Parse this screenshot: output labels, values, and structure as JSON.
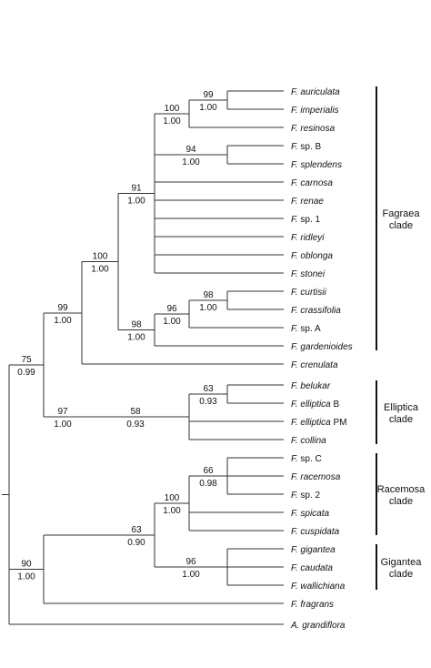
{
  "colors": {
    "line": "#333333",
    "text": "#111111",
    "background": "#ffffff"
  },
  "tips": [
    {
      "name": "auriculata",
      "prefix": "F. ",
      "suffix": ""
    },
    {
      "name": "imperialis",
      "prefix": "F. ",
      "suffix": ""
    },
    {
      "name": "resinosa",
      "prefix": "F. ",
      "suffix": ""
    },
    {
      "name": "",
      "prefix": "F. sp. B",
      "suffix": ""
    },
    {
      "name": "splendens",
      "prefix": "F. ",
      "suffix": ""
    },
    {
      "name": "carnosa",
      "prefix": "F. ",
      "suffix": ""
    },
    {
      "name": "renae",
      "prefix": "F. ",
      "suffix": ""
    },
    {
      "name": "",
      "prefix": "F. sp. 1",
      "suffix": ""
    },
    {
      "name": "ridleyi",
      "prefix": "F. ",
      "suffix": ""
    },
    {
      "name": "oblonga",
      "prefix": "F. ",
      "suffix": ""
    },
    {
      "name": "stonei",
      "prefix": "F. ",
      "suffix": ""
    },
    {
      "name": "curtisii",
      "prefix": "F. ",
      "suffix": ""
    },
    {
      "name": "crassifolia",
      "prefix": "F. ",
      "suffix": ""
    },
    {
      "name": "",
      "prefix": "F. sp. A",
      "suffix": ""
    },
    {
      "name": "gardenioides",
      "prefix": "F. ",
      "suffix": ""
    },
    {
      "name": "crenulata",
      "prefix": "F. ",
      "suffix": ""
    },
    {
      "name": "belukar",
      "prefix": "F. ",
      "suffix": ""
    },
    {
      "name": "elliptica",
      "prefix": "F. ",
      "suffix": " B"
    },
    {
      "name": "elliptica",
      "prefix": "F. ",
      "suffix": " PM"
    },
    {
      "name": "collina",
      "prefix": "F. ",
      "suffix": ""
    },
    {
      "name": "",
      "prefix": "F. sp. C",
      "suffix": ""
    },
    {
      "name": "racemosa",
      "prefix": "F. ",
      "suffix": ""
    },
    {
      "name": "",
      "prefix": "F. sp. 2",
      "suffix": ""
    },
    {
      "name": "spicata",
      "prefix": "F. ",
      "suffix": ""
    },
    {
      "name": "cuspidata",
      "prefix": "F. ",
      "suffix": ""
    },
    {
      "name": "gigantea",
      "prefix": "F. ",
      "suffix": ""
    },
    {
      "name": "caudata",
      "prefix": "F. ",
      "suffix": ""
    },
    {
      "name": "wallichiana",
      "prefix": "F. ",
      "suffix": ""
    },
    {
      "name": "fragrans",
      "prefix": "F. ",
      "suffix": ""
    },
    {
      "name": "grandiflora",
      "prefix": "A. ",
      "suffix": ""
    }
  ],
  "support": [
    {
      "bootstrap": "99",
      "posterior": "1.00"
    },
    {
      "bootstrap": "100",
      "posterior": "1.00"
    },
    {
      "bootstrap": "94",
      "posterior": "1.00"
    },
    {
      "bootstrap": "91",
      "posterior": "1.00"
    },
    {
      "bootstrap": "98",
      "posterior": "1.00"
    },
    {
      "bootstrap": "96",
      "posterior": "1.00"
    },
    {
      "bootstrap": "98",
      "posterior": "1.00"
    },
    {
      "bootstrap": "100",
      "posterior": "1.00"
    },
    {
      "bootstrap": "99",
      "posterior": "1.00"
    },
    {
      "bootstrap": "63",
      "posterior": "0.93"
    },
    {
      "bootstrap": "58",
      "posterior": "0.93"
    },
    {
      "bootstrap": "97",
      "posterior": "1.00"
    },
    {
      "bootstrap": "66",
      "posterior": "0.98"
    },
    {
      "bootstrap": "100",
      "posterior": "1.00"
    },
    {
      "bootstrap": "96",
      "posterior": "1.00"
    },
    {
      "bootstrap": "63",
      "posterior": "0.90"
    },
    {
      "bootstrap": "90",
      "posterior": "1.00"
    },
    {
      "bootstrap": "75",
      "posterior": "0.99"
    }
  ],
  "clades": [
    {
      "line1": "Fagraea",
      "line2": "clade"
    },
    {
      "line1": "Elliptica",
      "line2": "clade"
    },
    {
      "line1": "Racemosa",
      "line2": "clade"
    },
    {
      "line1": "Gigantea",
      "line2": "clade"
    }
  ]
}
